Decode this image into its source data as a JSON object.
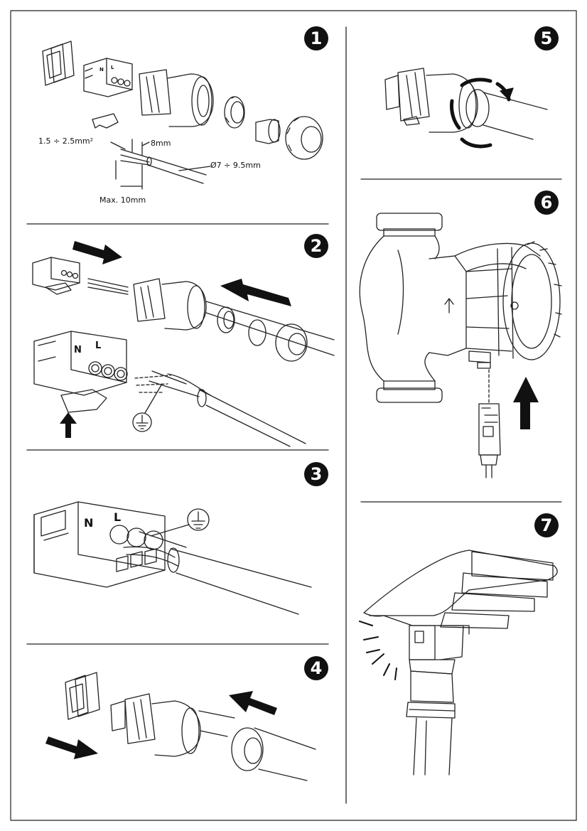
{
  "steps": [
    {
      "number": "1"
    },
    {
      "number": "2"
    },
    {
      "number": "3"
    },
    {
      "number": "4"
    },
    {
      "number": "5"
    },
    {
      "number": "6"
    },
    {
      "number": "7"
    }
  ],
  "step1": {
    "wire_section": "1.5 ÷ 2.5mm²",
    "strip_length": "8mm",
    "cable_diameter": "Ø7 ÷ 9.5mm",
    "max_strip": "Max. 10mm"
  },
  "connector": {
    "terminal_n": "N",
    "terminal_l": "L"
  },
  "colors": {
    "ink": "#111111",
    "panel_line": "#222222",
    "fill": "#ffffff"
  },
  "icons": [
    "ground-icon",
    "arrow-icon",
    "rotate-icon",
    "led-flash-icon",
    "clip-icon"
  ]
}
